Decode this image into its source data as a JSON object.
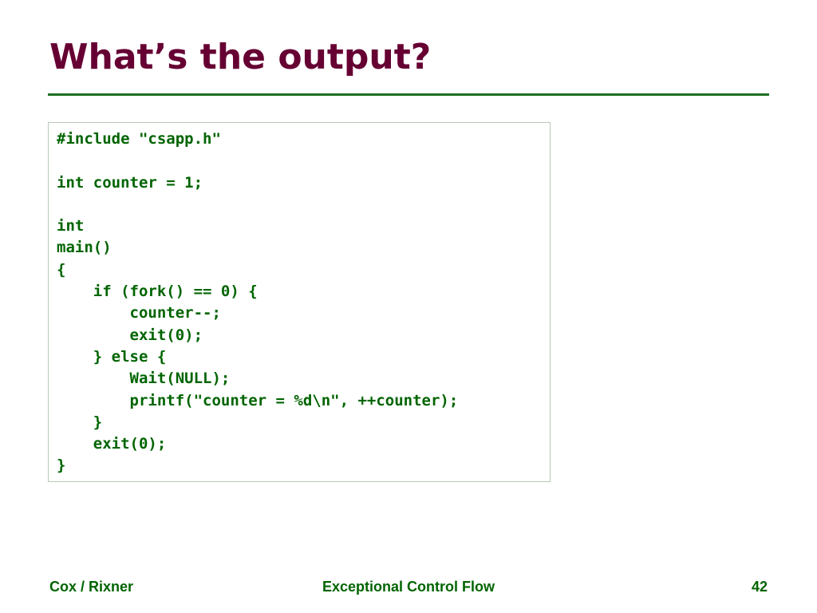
{
  "slide": {
    "title": "What’s the output?"
  },
  "code": {
    "lines": [
      "#include \"csapp.h\"",
      "",
      "int counter = 1;",
      "",
      "int",
      "main()",
      "{",
      "    if (fork() == 0) {",
      "        counter--;",
      "        exit(0);",
      "    } else {",
      "        Wait(NULL);",
      "        printf(\"counter = %d\\n\", ++counter);",
      "    }",
      "    exit(0);",
      "}"
    ]
  },
  "footer": {
    "author": "Cox / Rixner",
    "topic": "Exceptional Control Flow",
    "page_number": "42"
  },
  "colors": {
    "title": "#660033",
    "accent": "#006400",
    "rule": "#1f6f1f"
  }
}
